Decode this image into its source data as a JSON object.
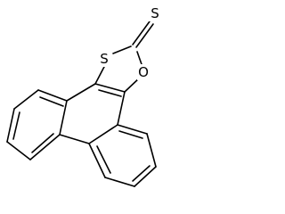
{
  "structure": {
    "atoms": {
      "thione_s": "S",
      "ring_s": "S",
      "ring_o": "O"
    },
    "colors": {
      "bond": "#000000",
      "background": "#ffffff"
    }
  }
}
